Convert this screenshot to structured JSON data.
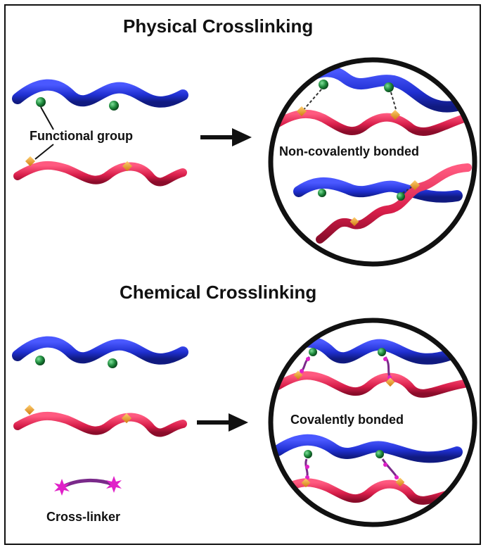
{
  "titles": {
    "physical": "Physical Crosslinking",
    "chemical": "Chemical Crosslinking"
  },
  "labels": {
    "functional_group": "Functional group",
    "non_covalent": "Non-covalently bonded",
    "covalent": "Covalently bonded",
    "cross_linker": "Cross-linker"
  },
  "colors": {
    "blue_chain": "#1f2fd0",
    "red_chain": "#d81e4a",
    "green_group": "#1e8a3c",
    "orange_group": "#f0a020",
    "linker": "#7a2a8a",
    "linker_star": "#e020c8"
  }
}
